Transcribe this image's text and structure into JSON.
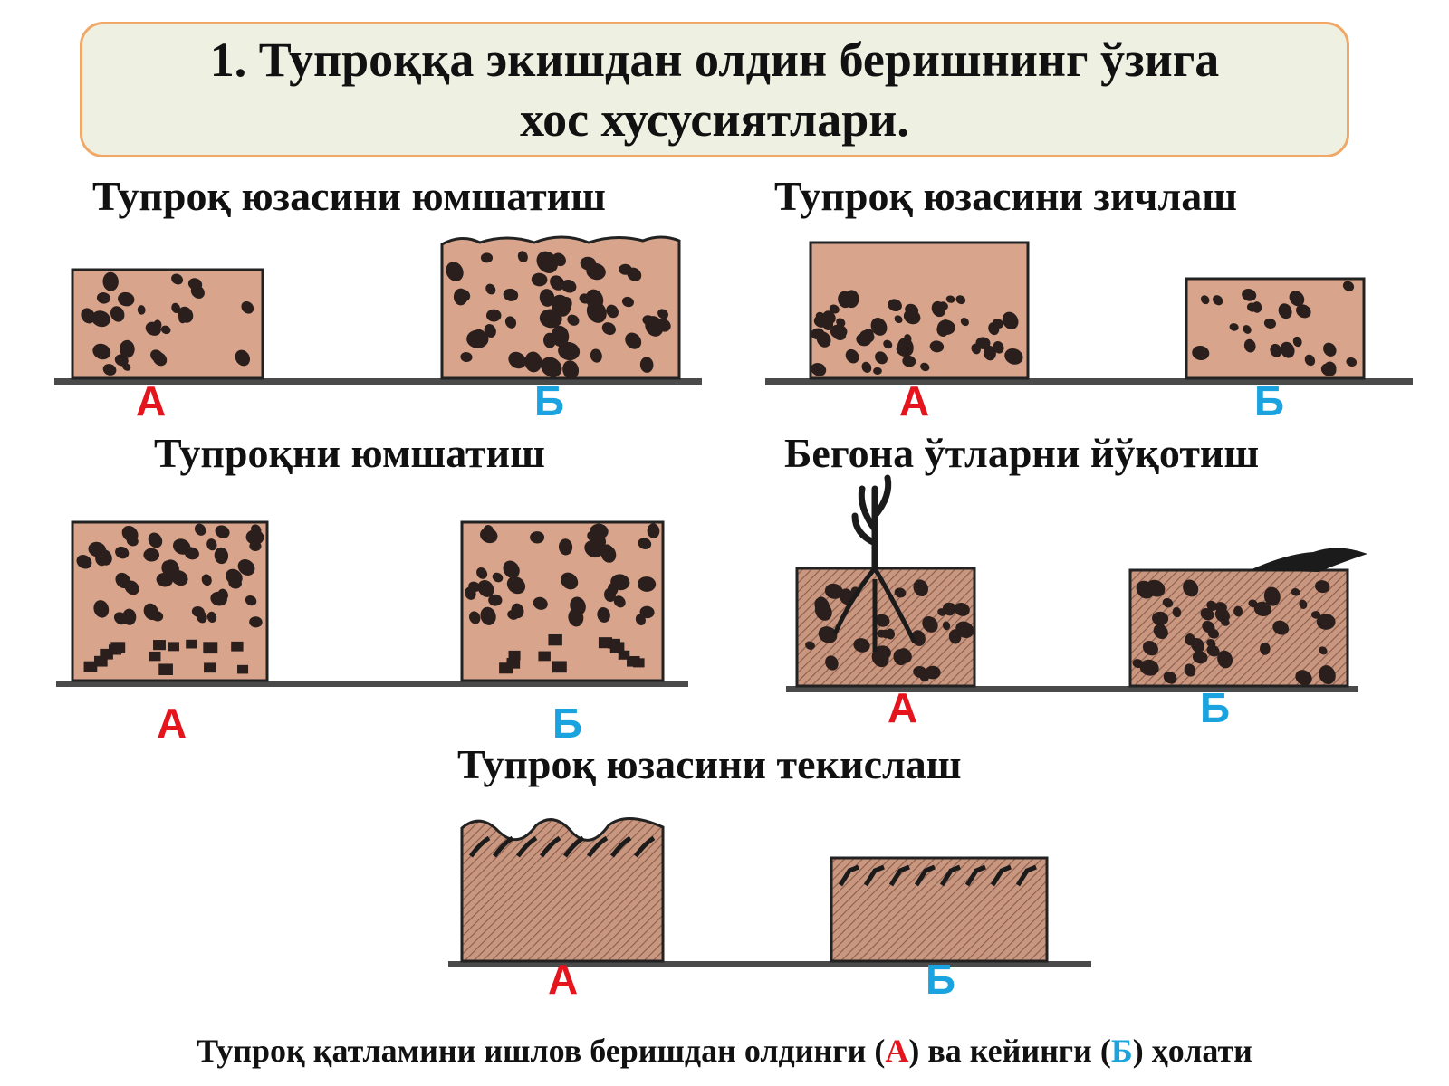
{
  "title": {
    "line1": "1. Тупроққа экишдан олдин беришнинг ўзига",
    "line2": "хос хусусиятлари."
  },
  "panels": [
    {
      "heading": "Тупроқ юзасини юмшатиш",
      "label_a": "А",
      "label_b": "Б"
    },
    {
      "heading": "Тупроқ юзасини зичлаш",
      "label_a": "А",
      "label_b": "Б"
    },
    {
      "heading": "Тупроқни юмшатиш",
      "label_a": "А",
      "label_b": "Б"
    },
    {
      "heading": "Бегона ўтларни йўқотиш",
      "label_a": "А",
      "label_b": "Б"
    },
    {
      "heading": "Тупроқ юзасини текислаш",
      "label_a": "А",
      "label_b": "Б"
    }
  ],
  "caption": {
    "text_before": "Тупроқ қатламини ишлов беришдан  олдинги  (",
    "label_a": "А",
    "text_middle": ") ва кейинги (",
    "label_b": "Б",
    "text_after": ") ҳолати"
  },
  "colors": {
    "soil": "#d8a48c",
    "clod": "#2a1f1c",
    "ground": "#4a4a4a",
    "label_a": "#e4151c",
    "label_b": "#1aa3df",
    "title_border": "#f0a868",
    "title_fill": "#eef1e2"
  }
}
